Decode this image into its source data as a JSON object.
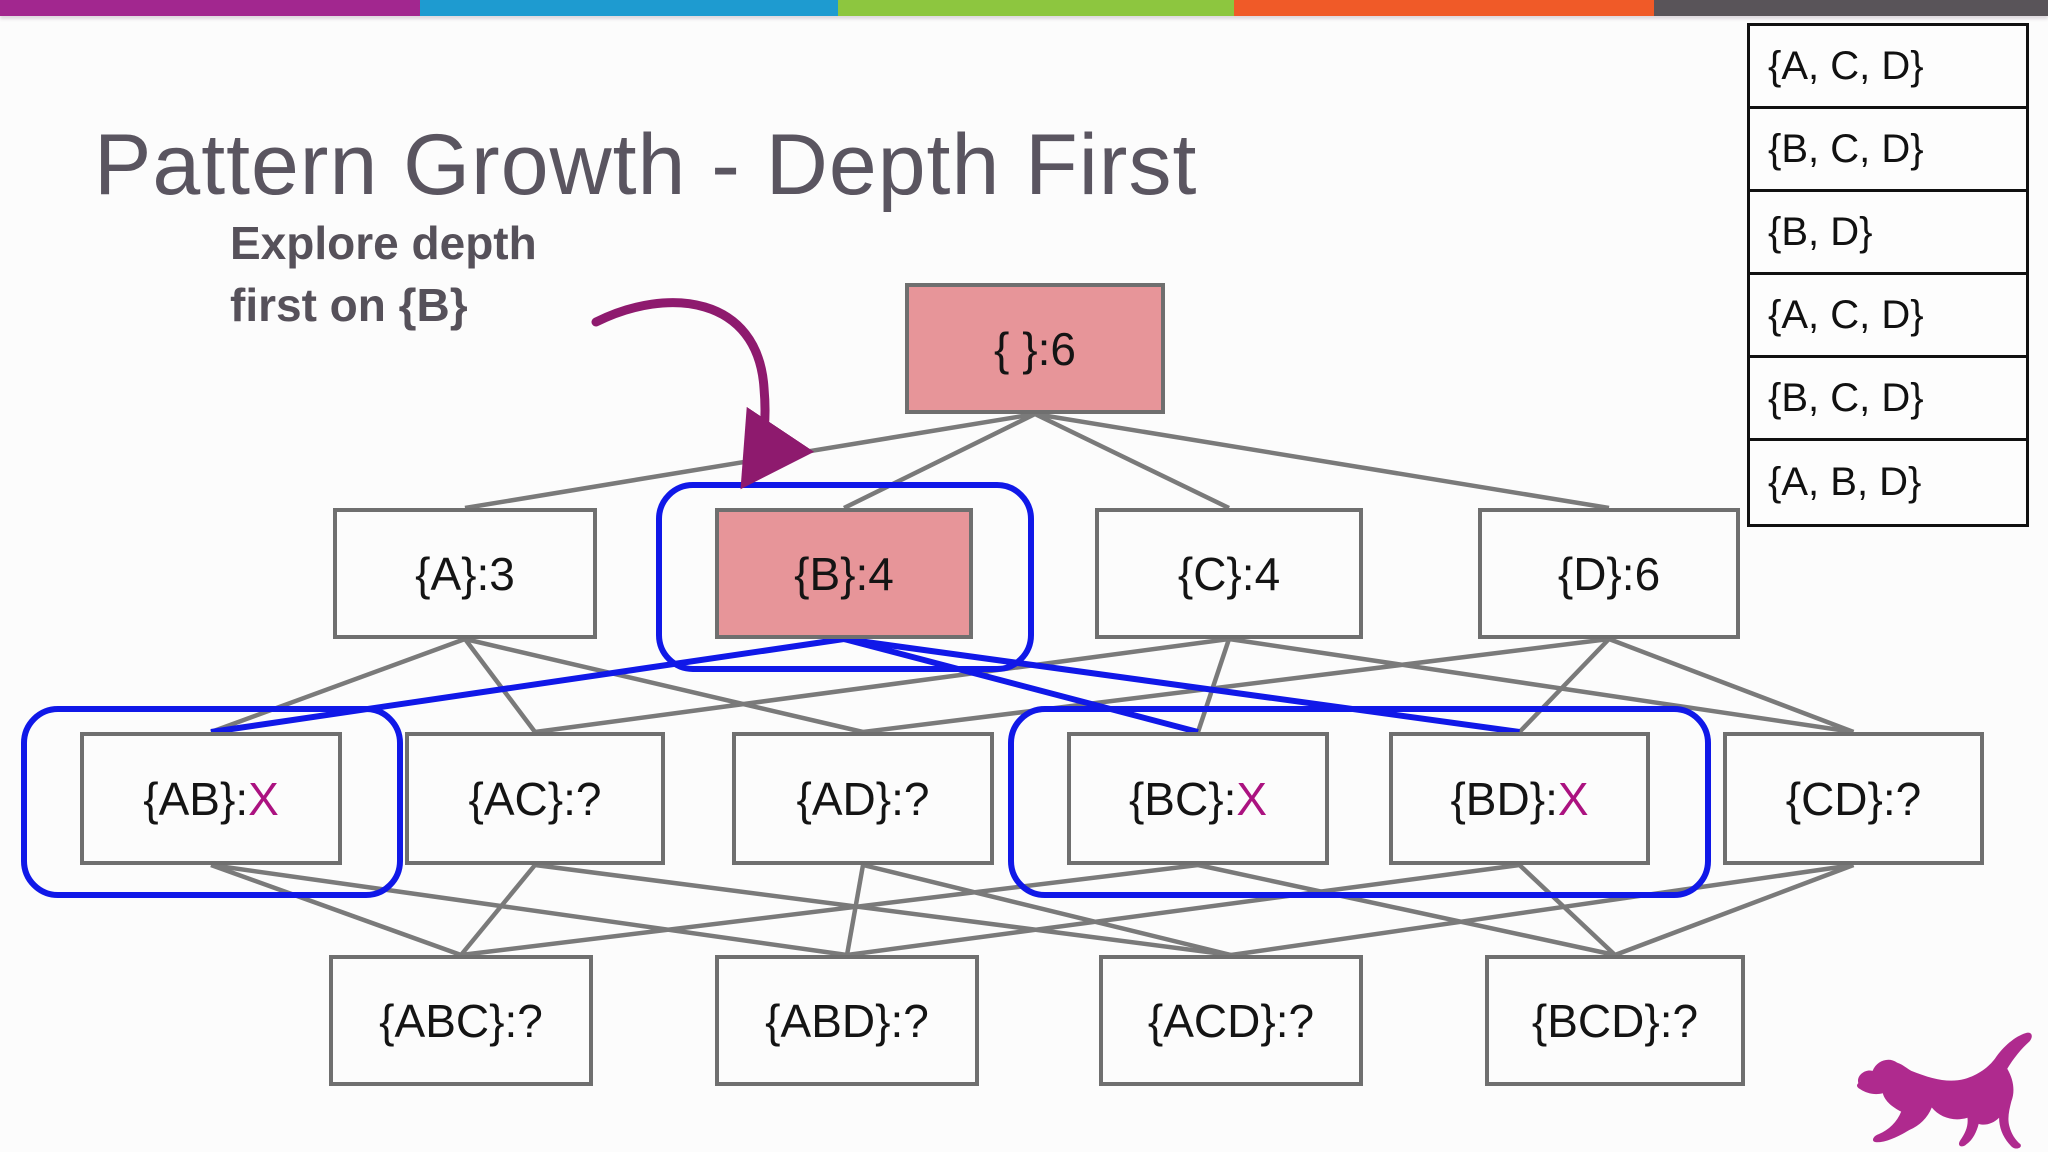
{
  "title": "Pattern Growth - Depth First",
  "annotation": {
    "text": "Explore depth\nfirst on {B}"
  },
  "topbar": {
    "segments": [
      {
        "name": "purple",
        "color": "#a2278f"
      },
      {
        "name": "blue",
        "color": "#1e9bd0"
      },
      {
        "name": "green",
        "color": "#8dc63f"
      },
      {
        "name": "orange",
        "color": "#f05a28"
      },
      {
        "name": "gray",
        "color": "#595459"
      }
    ]
  },
  "accents": {
    "highlight_fill": "#e79599",
    "blue_outline": "#1018e8",
    "pruned_x": "#ab1280",
    "arrow": "#8e1a6e",
    "edge_gray": "#7a7a7a",
    "node_border": "#6f6f6f",
    "logo": "#af2a8e"
  },
  "transactions": {
    "rows": [
      "{A, C, D}",
      "{B, C, D}",
      "{B, D}",
      "{A, C, D}",
      "{B, C, D}",
      "{A, B, D}"
    ]
  },
  "graph": {
    "nodes": [
      {
        "id": "root",
        "set": "{ }",
        "separator": " : ",
        "count": "6",
        "fill": "pink"
      },
      {
        "id": "A",
        "set": "{A}",
        "separator": " : ",
        "count": "3",
        "fill": "white"
      },
      {
        "id": "B",
        "set": "{B}",
        "separator": " : ",
        "count": "4",
        "fill": "pink"
      },
      {
        "id": "C",
        "set": "{C}",
        "separator": " : ",
        "count": "4",
        "fill": "white"
      },
      {
        "id": "D",
        "set": "{D}",
        "separator": " : ",
        "count": "6",
        "fill": "white"
      },
      {
        "id": "AB",
        "set": "{AB}",
        "separator": " : ",
        "count": "X",
        "fill": "white"
      },
      {
        "id": "AC",
        "set": "{AC}",
        "separator": " : ",
        "count": "?",
        "fill": "white"
      },
      {
        "id": "AD",
        "set": "{AD}",
        "separator": " : ",
        "count": "?",
        "fill": "white"
      },
      {
        "id": "BC",
        "set": "{BC}",
        "separator": " : ",
        "count": "X",
        "fill": "white"
      },
      {
        "id": "BD",
        "set": "{BD}",
        "separator": " : ",
        "count": "X",
        "fill": "white"
      },
      {
        "id": "CD",
        "set": "{CD}",
        "separator": " : ",
        "count": "?",
        "fill": "white"
      },
      {
        "id": "ABC",
        "set": "{ABC}",
        "separator": " : ",
        "count": "?",
        "fill": "white"
      },
      {
        "id": "ABD",
        "set": "{ABD}",
        "separator": " : ",
        "count": "?",
        "fill": "white"
      },
      {
        "id": "ACD",
        "set": "{ACD}",
        "separator": " : ",
        "count": "?",
        "fill": "white"
      },
      {
        "id": "BCD",
        "set": "{BCD}",
        "separator": " : ",
        "count": "?",
        "fill": "white"
      }
    ],
    "edges": [
      {
        "from": "root",
        "to": "A",
        "style": "gray"
      },
      {
        "from": "root",
        "to": "B",
        "style": "gray"
      },
      {
        "from": "root",
        "to": "C",
        "style": "gray"
      },
      {
        "from": "root",
        "to": "D",
        "style": "gray"
      },
      {
        "from": "A",
        "to": "AB",
        "style": "gray"
      },
      {
        "from": "A",
        "to": "AC",
        "style": "gray"
      },
      {
        "from": "A",
        "to": "AD",
        "style": "gray"
      },
      {
        "from": "C",
        "to": "AC",
        "style": "gray"
      },
      {
        "from": "C",
        "to": "BC",
        "style": "gray"
      },
      {
        "from": "C",
        "to": "CD",
        "style": "gray"
      },
      {
        "from": "D",
        "to": "AD",
        "style": "gray"
      },
      {
        "from": "D",
        "to": "BD",
        "style": "gray"
      },
      {
        "from": "D",
        "to": "CD",
        "style": "gray"
      },
      {
        "from": "AB",
        "to": "ABC",
        "style": "gray"
      },
      {
        "from": "AB",
        "to": "ABD",
        "style": "gray"
      },
      {
        "from": "AC",
        "to": "ABC",
        "style": "gray"
      },
      {
        "from": "AC",
        "to": "ACD",
        "style": "gray"
      },
      {
        "from": "AD",
        "to": "ABD",
        "style": "gray"
      },
      {
        "from": "AD",
        "to": "ACD",
        "style": "gray"
      },
      {
        "from": "BC",
        "to": "ABC",
        "style": "gray"
      },
      {
        "from": "BC",
        "to": "BCD",
        "style": "gray"
      },
      {
        "from": "BD",
        "to": "ABD",
        "style": "gray"
      },
      {
        "from": "BD",
        "to": "BCD",
        "style": "gray"
      },
      {
        "from": "CD",
        "to": "ACD",
        "style": "gray"
      },
      {
        "from": "CD",
        "to": "BCD",
        "style": "gray"
      },
      {
        "from": "B",
        "to": "AB",
        "style": "blue"
      },
      {
        "from": "B",
        "to": "BC",
        "style": "blue"
      },
      {
        "from": "B",
        "to": "BD",
        "style": "blue"
      }
    ],
    "blue_outline_groups": [
      [
        "B"
      ],
      [
        "AB"
      ],
      [
        "BC",
        "BD"
      ]
    ]
  }
}
